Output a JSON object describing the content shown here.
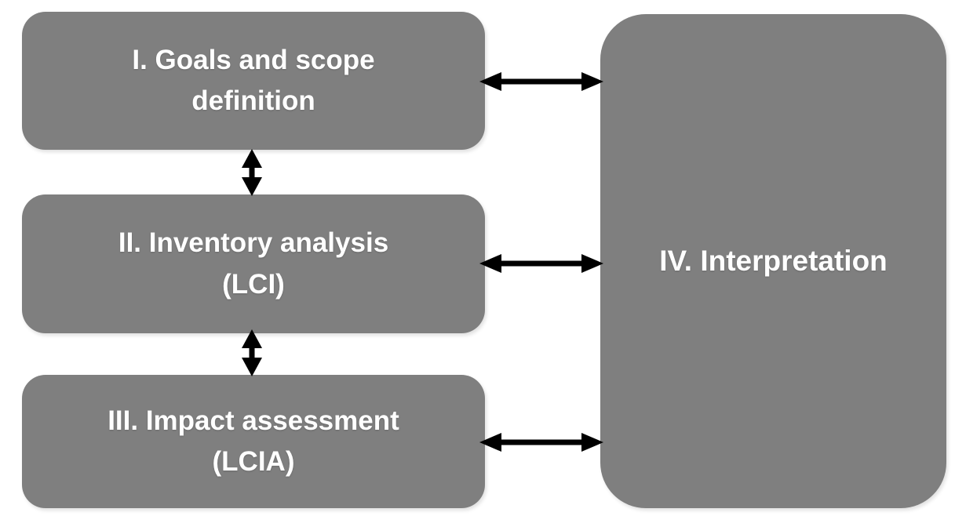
{
  "diagram": {
    "background_color": "#ffffff",
    "box_color": "#7f7f7f",
    "text_color": "#ffffff",
    "arrow_color": "#000000"
  },
  "nodes": [
    {
      "id": "goals-scope",
      "lines": [
        "I. Goals and scope",
        "definition"
      ]
    },
    {
      "id": "inventory-analysis",
      "lines": [
        "II. Inventory analysis",
        "(LCI)"
      ]
    },
    {
      "id": "impact-assessment",
      "lines": [
        "III. Impact assessment",
        "(LCIA)"
      ]
    },
    {
      "id": "interpretation",
      "lines": [
        "IV. Interpretation"
      ]
    }
  ],
  "connections": [
    {
      "from": "goals-scope",
      "to": "inventory-analysis",
      "type": "bidirectional",
      "orientation": "vertical"
    },
    {
      "from": "inventory-analysis",
      "to": "impact-assessment",
      "type": "bidirectional",
      "orientation": "vertical"
    },
    {
      "from": "goals-scope",
      "to": "interpretation",
      "type": "bidirectional",
      "orientation": "horizontal"
    },
    {
      "from": "inventory-analysis",
      "to": "interpretation",
      "type": "bidirectional",
      "orientation": "horizontal"
    },
    {
      "from": "impact-assessment",
      "to": "interpretation",
      "type": "bidirectional",
      "orientation": "horizontal"
    }
  ]
}
